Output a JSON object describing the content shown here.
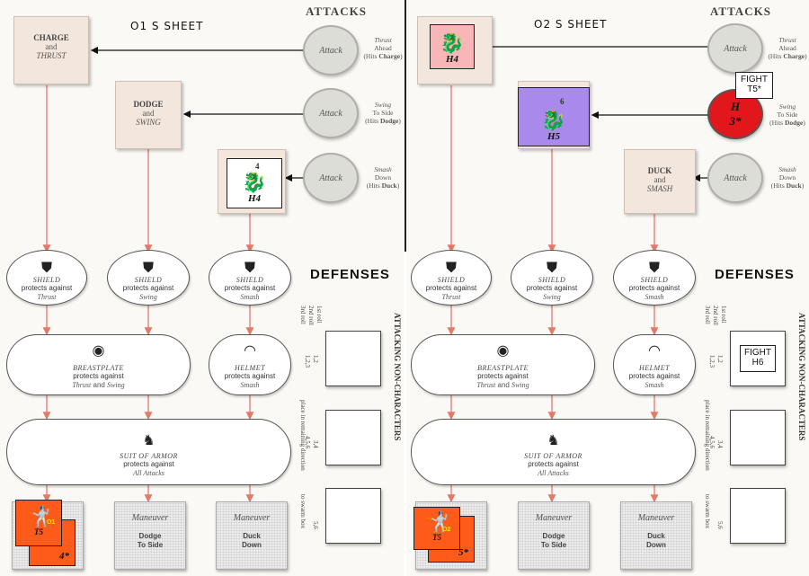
{
  "sheets": [
    {
      "id": "o1",
      "label": "O1  S    SHEET",
      "attacks_title": "ATTACKS",
      "defenses_title": "DEFENSES",
      "maneuvers": [
        {
          "name": "CHARGE",
          "and": "and",
          "attack": "THRUST"
        },
        {
          "name": "DODGE",
          "and": "and",
          "attack": "SWING"
        },
        {
          "name": "",
          "and": "",
          "attack": ""
        }
      ],
      "attacks": [
        {
          "label": "Attack",
          "line1": "Thrust",
          "line2": "Ahead",
          "hits": "(Hits ",
          "hits_target": "Charge",
          "close": ")"
        },
        {
          "label": "Attack",
          "line1": "Swing",
          "line2": "To Side",
          "hits": "(Hits ",
          "hits_target": "Dodge",
          "close": ")"
        },
        {
          "label": "Attack",
          "line1": "Smash",
          "line2": "Down",
          "hits": "(Hits ",
          "hits_target": "Duck",
          "close": ")"
        }
      ],
      "counters": [
        {
          "slot": "maneuver-3",
          "code": "H4",
          "num": "4",
          "glyph": "🐉"
        }
      ],
      "defenses": [
        {
          "name": "SHIELD",
          "protects": "protects against",
          "vs": "Thrust"
        },
        {
          "name": "SHIELD",
          "protects": "protects against",
          "vs": "Swing"
        },
        {
          "name": "SHIELD",
          "protects": "protects against",
          "vs": "Smash"
        },
        {
          "name": "BREASTPLATE",
          "protects": "protects against",
          "vs1": "Thrust",
          "and": " and ",
          "vs2": "Swing"
        },
        {
          "name": "HELMET",
          "protects": "protects against",
          "vs": "Smash"
        },
        {
          "name": "SUIT OF ARMOR",
          "protects": "protects against",
          "vs": "All Attacks"
        }
      ],
      "bottom": [
        {
          "title": "",
          "line1": "",
          "line2": ""
        },
        {
          "title": "Maneuver",
          "line1": "Dodge",
          "line2": "To Side"
        },
        {
          "title": "Maneuver",
          "line1": "Duck",
          "line2": "Down"
        }
      ],
      "char_counter": {
        "back": "4*",
        "front": "T5",
        "tag": "O1",
        "glyph": "🤺"
      },
      "side": {
        "title": "ATTACKING NON-CHARACTERS",
        "r1": "1st roll",
        "r2": "2nd roll",
        "r3": "3rd roll",
        "v12": "1,2",
        "v123": "1,2,3",
        "v34": "3,4",
        "v456": "4,5,6",
        "v56": "5,6",
        "place": "place in remaining direction",
        "to": "to swarm box"
      },
      "fights": []
    },
    {
      "id": "o2",
      "label": "O2 S     SHEET",
      "attacks_title": "ATTACKS",
      "defenses_title": "DEFENSES",
      "maneuvers": [
        {
          "name": "",
          "and": "",
          "attack": ""
        },
        {
          "name": "",
          "and": "",
          "attack": ""
        },
        {
          "name": "DUCK",
          "and": "and",
          "attack": "SMASH"
        }
      ],
      "attacks": [
        {
          "label": "Attack",
          "line1": "Thrust",
          "line2": "Ahead",
          "hits": "(Hits ",
          "hits_target": "Charge",
          "close": ")"
        },
        {
          "label": "",
          "line1": "Swing",
          "line2": "To Side",
          "hits": "(Hits ",
          "hits_target": "Dodge",
          "close": ")"
        },
        {
          "label": "Attack",
          "line1": "Smash",
          "line2": "Down",
          "hits": "(Hits ",
          "hits_target": "Duck",
          "close": ")"
        }
      ],
      "counters": [
        {
          "slot": "maneuver-1",
          "code": "H4",
          "num": "",
          "glyph": "🐉"
        },
        {
          "slot": "maneuver-2",
          "code": "H5",
          "num": "6",
          "glyph": "🐉"
        }
      ],
      "red_attack": {
        "top": "H",
        "bottom": "3*"
      },
      "defenses": [
        {
          "name": "SHIELD",
          "protects": "protects against",
          "vs": "Thrust"
        },
        {
          "name": "SHIELD",
          "protects": "protects against",
          "vs": "Swing"
        },
        {
          "name": "SHIELD",
          "protects": "protects against",
          "vs": "Smash"
        },
        {
          "name": "BREASTPLATE",
          "protects": "protects against",
          "vs1": "Thrust",
          "and": " and ",
          "vs2": "Swing"
        },
        {
          "name": "HELMET",
          "protects": "protects against",
          "vs": "Smash"
        },
        {
          "name": "SUIT OF ARMOR",
          "protects": "protects against",
          "vs": "All Attacks"
        }
      ],
      "bottom": [
        {
          "title": "",
          "line1": "",
          "line2": ""
        },
        {
          "title": "Maneuver",
          "line1": "Dodge",
          "line2": "To Side"
        },
        {
          "title": "Maneuver",
          "line1": "Duck",
          "line2": "Down"
        }
      ],
      "char_counter": {
        "back": "5*",
        "front": "T5",
        "tag": "O2",
        "glyph": "🤺"
      },
      "side": {
        "title": "ATTACKING NON-CHARACTERS",
        "r1": "1st roll",
        "r2": "2nd roll",
        "r3": "3rd roll",
        "v12": "1,2",
        "v123": "1,2,3",
        "v34": "3,4",
        "v456": "4,5,6",
        "v56": "5,6",
        "place": "place in remaining direction",
        "to": "to swarm box"
      },
      "fights": [
        {
          "line1": "FIGHT",
          "line2": "T5*"
        },
        {
          "line1": "FIGHT",
          "line2": "H6"
        }
      ]
    }
  ]
}
